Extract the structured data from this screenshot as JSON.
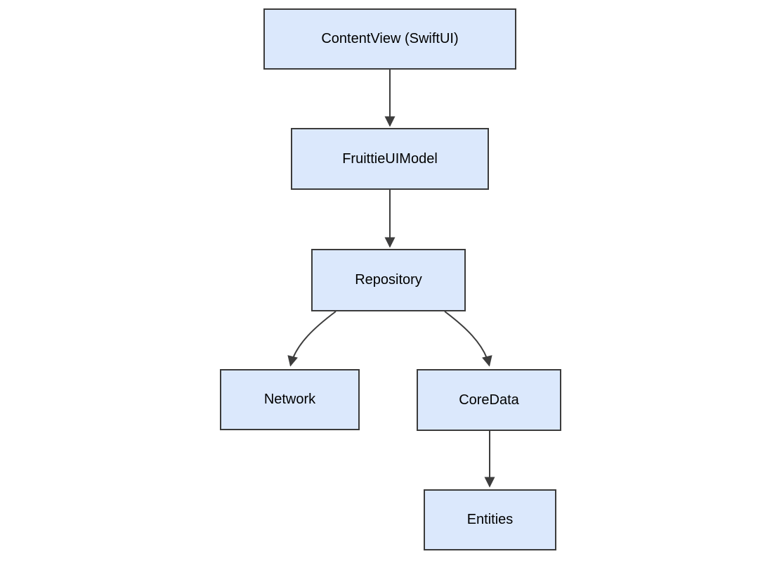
{
  "diagram": {
    "type": "flowchart",
    "direction": "top-down"
  },
  "nodes": [
    {
      "id": "contentview",
      "label": "ContentView (SwiftUI)"
    },
    {
      "id": "fruittieuimodel",
      "label": "FruittieUIModel"
    },
    {
      "id": "repository",
      "label": "Repository"
    },
    {
      "id": "network",
      "label": "Network"
    },
    {
      "id": "coredata",
      "label": "CoreData"
    },
    {
      "id": "entities",
      "label": "Entities"
    }
  ],
  "edges": [
    {
      "from": "contentview",
      "to": "fruittieuimodel",
      "arrow": "filled-triangle"
    },
    {
      "from": "fruittieuimodel",
      "to": "repository",
      "arrow": "filled-triangle"
    },
    {
      "from": "repository",
      "to": "network",
      "arrow": "filled-triangle"
    },
    {
      "from": "repository",
      "to": "coredata",
      "arrow": "filled-triangle"
    },
    {
      "from": "coredata",
      "to": "entities",
      "arrow": "filled-triangle"
    }
  ],
  "colors": {
    "background": "#ffffff",
    "node_fill": "#dbe8fc",
    "node_border": "#3b3b3b",
    "edge": "#3d3d3d",
    "text": "#000000"
  }
}
